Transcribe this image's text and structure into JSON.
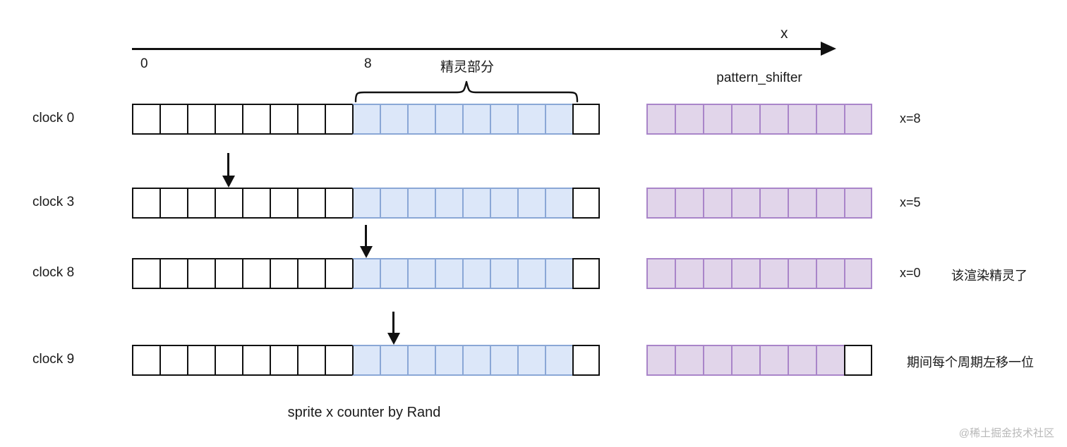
{
  "diagram": {
    "title_caption": "sprite x counter by Rand",
    "watermark": "@稀土掘金技术社区",
    "axis": {
      "label": "x",
      "ticks": [
        {
          "value": "0"
        },
        {
          "value": "8"
        }
      ]
    },
    "brace_label": "精灵部分",
    "pattern_shifter_title": "pattern_shifter",
    "colors": {
      "sprite_fill": "#dce7f9",
      "sprite_border": "#8aa7d6",
      "shifter_fill": "#e1d5ea",
      "shifter_border": "#a985c9",
      "stroke": "#111111"
    },
    "legend": {
      "total_cells": 17,
      "sprite_start_index": 8,
      "sprite_cell_count": 8,
      "shifter_cells": 8
    },
    "rows": [
      {
        "label": "clock 0",
        "strip_cells": [
          "white",
          "white",
          "white",
          "white",
          "white",
          "white",
          "white",
          "white",
          "blue",
          "blue",
          "blue",
          "blue",
          "blue",
          "blue",
          "blue",
          "blue",
          "white"
        ],
        "arrow_index": null,
        "shifter_cells": [
          "filled",
          "filled",
          "filled",
          "filled",
          "filled",
          "filled",
          "filled",
          "filled"
        ],
        "note_x": "x=8",
        "note_extra": ""
      },
      {
        "label": "clock 3",
        "strip_cells": [
          "white",
          "white",
          "white",
          "white",
          "white",
          "white",
          "white",
          "white",
          "blue",
          "blue",
          "blue",
          "blue",
          "blue",
          "blue",
          "blue",
          "blue",
          "white"
        ],
        "arrow_index": 3,
        "shifter_cells": [
          "filled",
          "filled",
          "filled",
          "filled",
          "filled",
          "filled",
          "filled",
          "filled"
        ],
        "note_x": "x=5",
        "note_extra": ""
      },
      {
        "label": "clock 8",
        "strip_cells": [
          "white",
          "white",
          "white",
          "white",
          "white",
          "white",
          "white",
          "white",
          "blue",
          "blue",
          "blue",
          "blue",
          "blue",
          "blue",
          "blue",
          "blue",
          "white"
        ],
        "arrow_index": 8,
        "shifter_cells": [
          "filled",
          "filled",
          "filled",
          "filled",
          "filled",
          "filled",
          "filled",
          "filled"
        ],
        "note_x": "x=0",
        "note_extra": "该渲染精灵了"
      },
      {
        "label": "clock 9",
        "strip_cells": [
          "white",
          "white",
          "white",
          "white",
          "white",
          "white",
          "white",
          "white",
          "blue",
          "blue",
          "blue",
          "blue",
          "blue",
          "blue",
          "blue",
          "blue",
          "white"
        ],
        "arrow_index": 9,
        "shifter_cells": [
          "filled",
          "filled",
          "filled",
          "filled",
          "filled",
          "filled",
          "filled",
          "empty"
        ],
        "note_x": "",
        "note_extra": "期间每个周期左移一位"
      }
    ]
  }
}
